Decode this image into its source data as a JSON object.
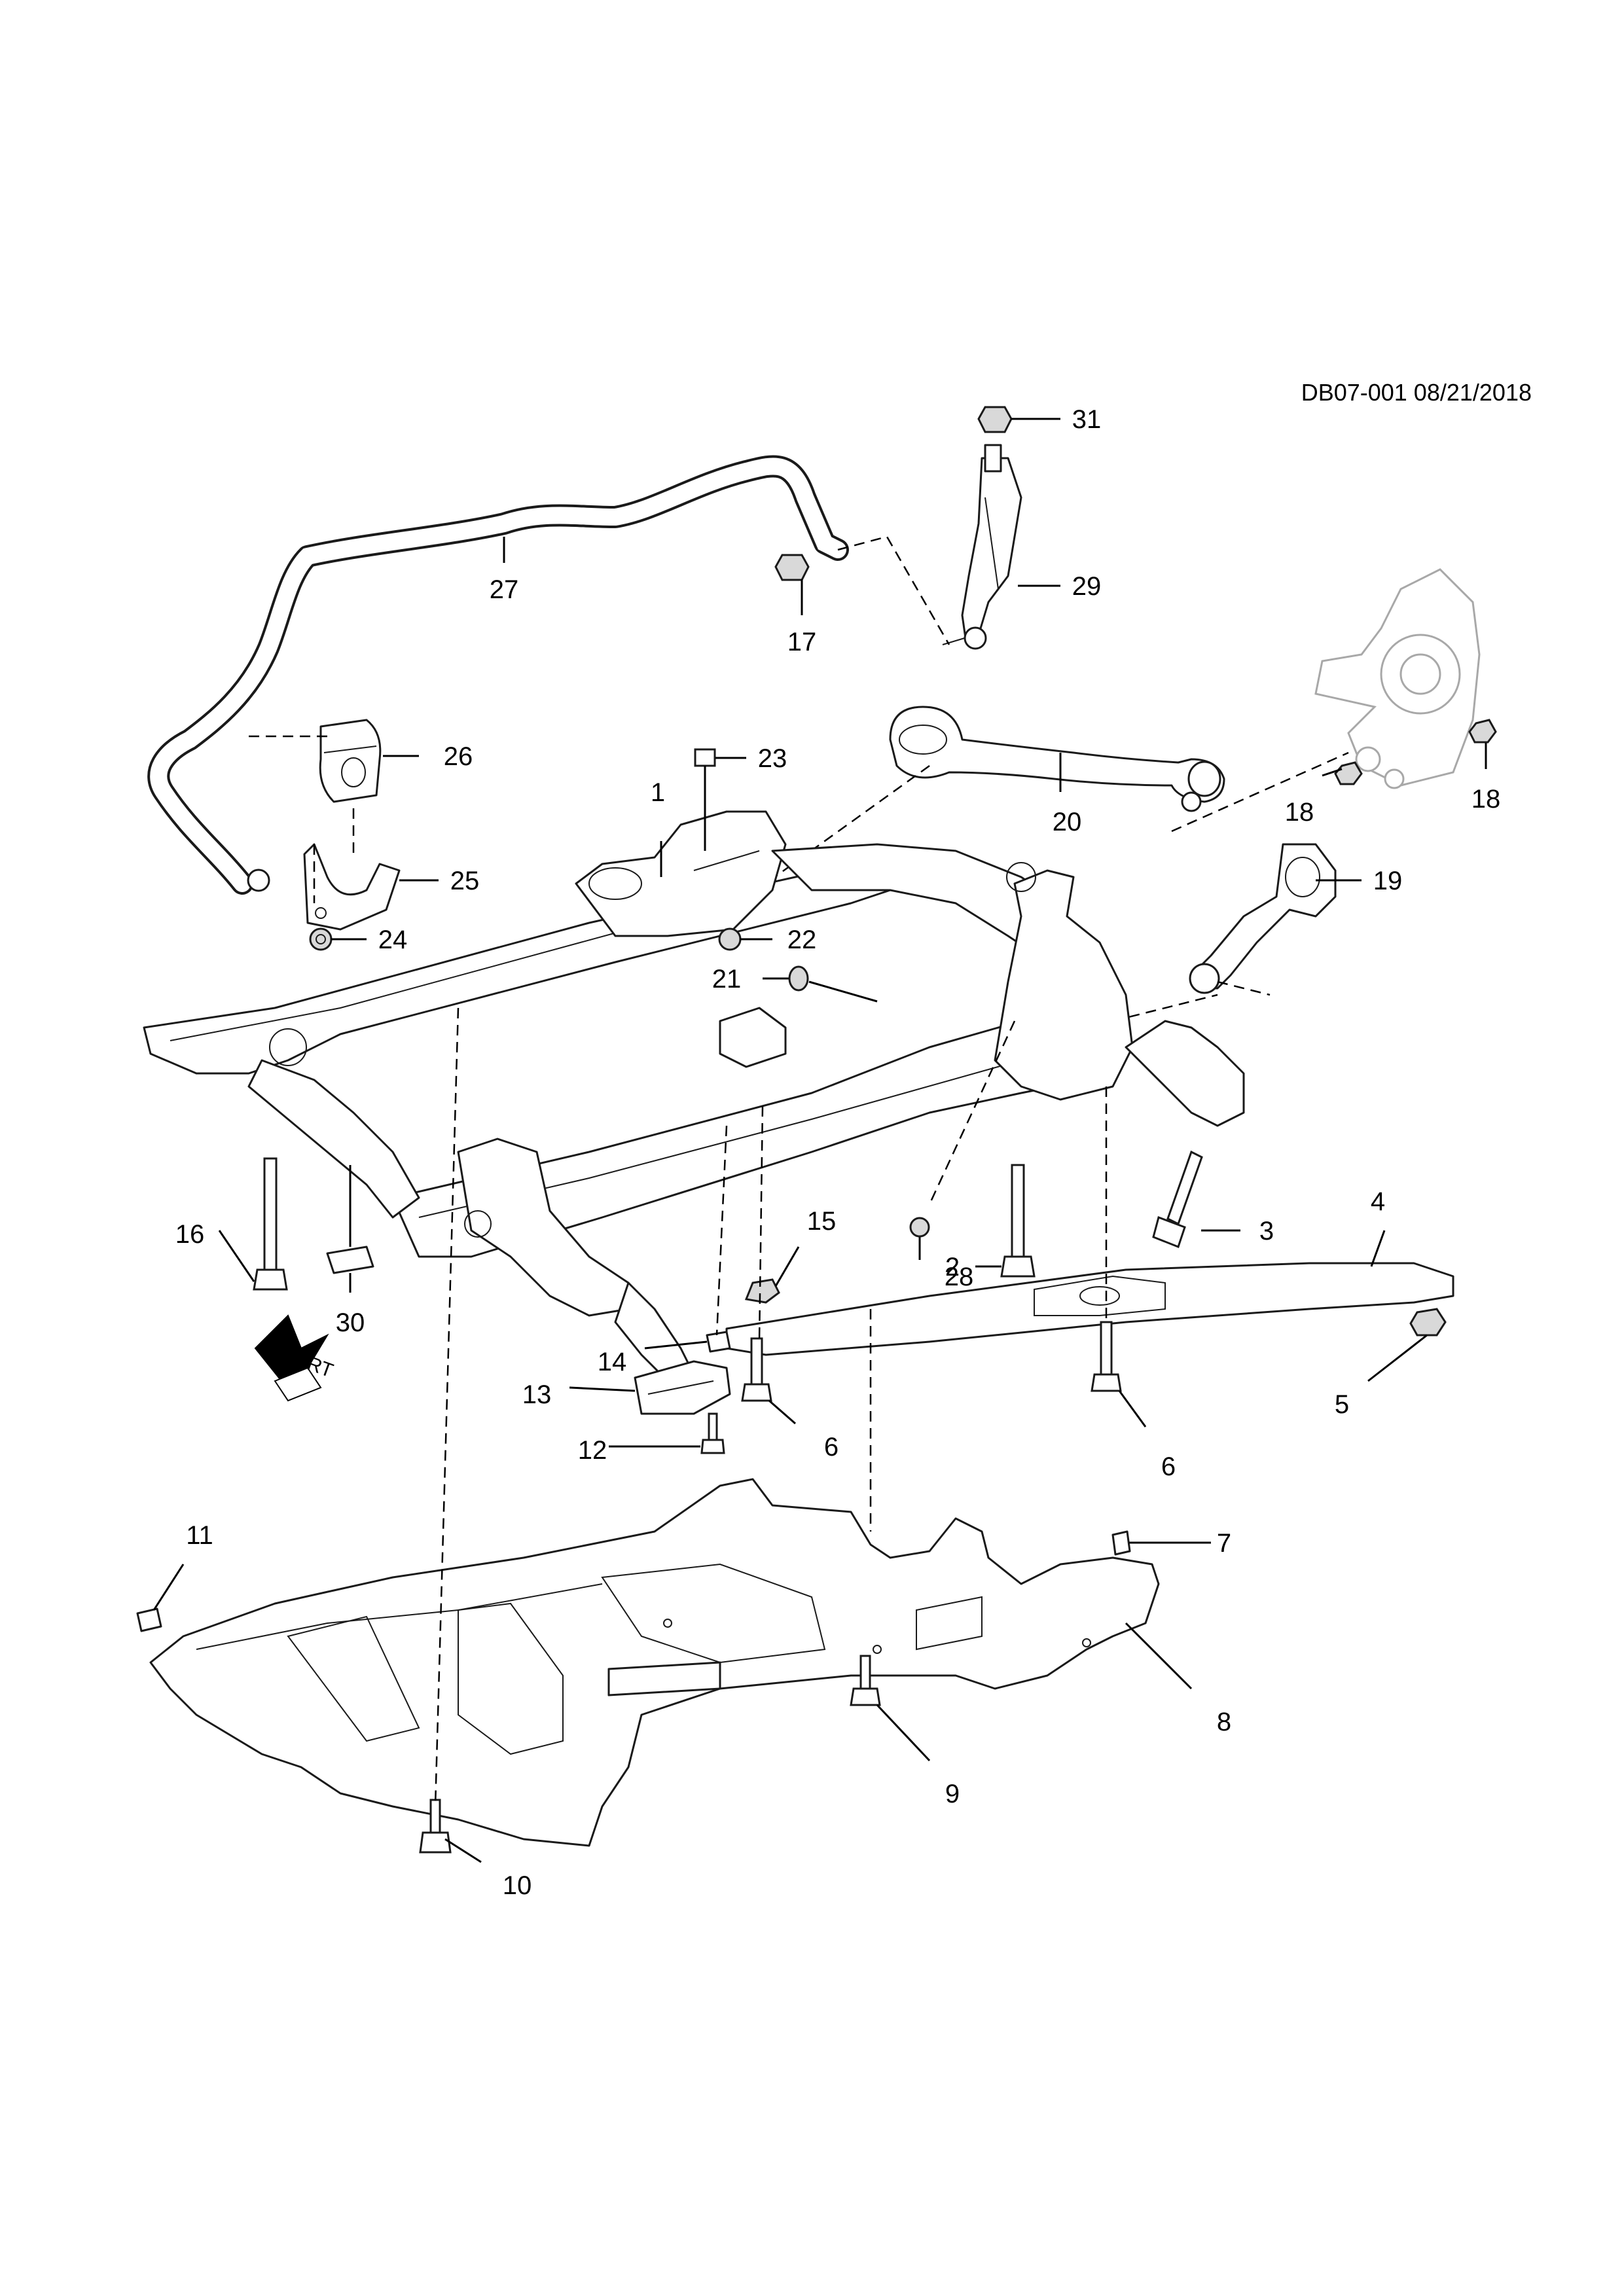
{
  "diagram_code": "DB07-001 08/21/2018",
  "direction_marker": {
    "text": "FRT",
    "icon": "front-arrow-icon"
  },
  "callouts": [
    {
      "id": "1",
      "label": "1"
    },
    {
      "id": "2",
      "label": "2"
    },
    {
      "id": "3",
      "label": "3"
    },
    {
      "id": "4",
      "label": "4"
    },
    {
      "id": "5",
      "label": "5"
    },
    {
      "id": "6a",
      "label": "6"
    },
    {
      "id": "6b",
      "label": "6"
    },
    {
      "id": "7",
      "label": "7"
    },
    {
      "id": "8",
      "label": "8"
    },
    {
      "id": "9",
      "label": "9"
    },
    {
      "id": "10",
      "label": "10"
    },
    {
      "id": "11",
      "label": "11"
    },
    {
      "id": "12",
      "label": "12"
    },
    {
      "id": "13",
      "label": "13"
    },
    {
      "id": "14",
      "label": "14"
    },
    {
      "id": "15",
      "label": "15"
    },
    {
      "id": "16",
      "label": "16"
    },
    {
      "id": "17",
      "label": "17"
    },
    {
      "id": "18a",
      "label": "18"
    },
    {
      "id": "18b",
      "label": "18"
    },
    {
      "id": "19",
      "label": "19"
    },
    {
      "id": "20",
      "label": "20"
    },
    {
      "id": "21",
      "label": "21"
    },
    {
      "id": "22",
      "label": "22"
    },
    {
      "id": "23",
      "label": "23"
    },
    {
      "id": "24",
      "label": "24"
    },
    {
      "id": "25",
      "label": "25"
    },
    {
      "id": "26",
      "label": "26"
    },
    {
      "id": "27",
      "label": "27"
    },
    {
      "id": "28",
      "label": "28"
    },
    {
      "id": "29",
      "label": "29"
    },
    {
      "id": "30",
      "label": "30"
    },
    {
      "id": "31",
      "label": "31"
    }
  ]
}
